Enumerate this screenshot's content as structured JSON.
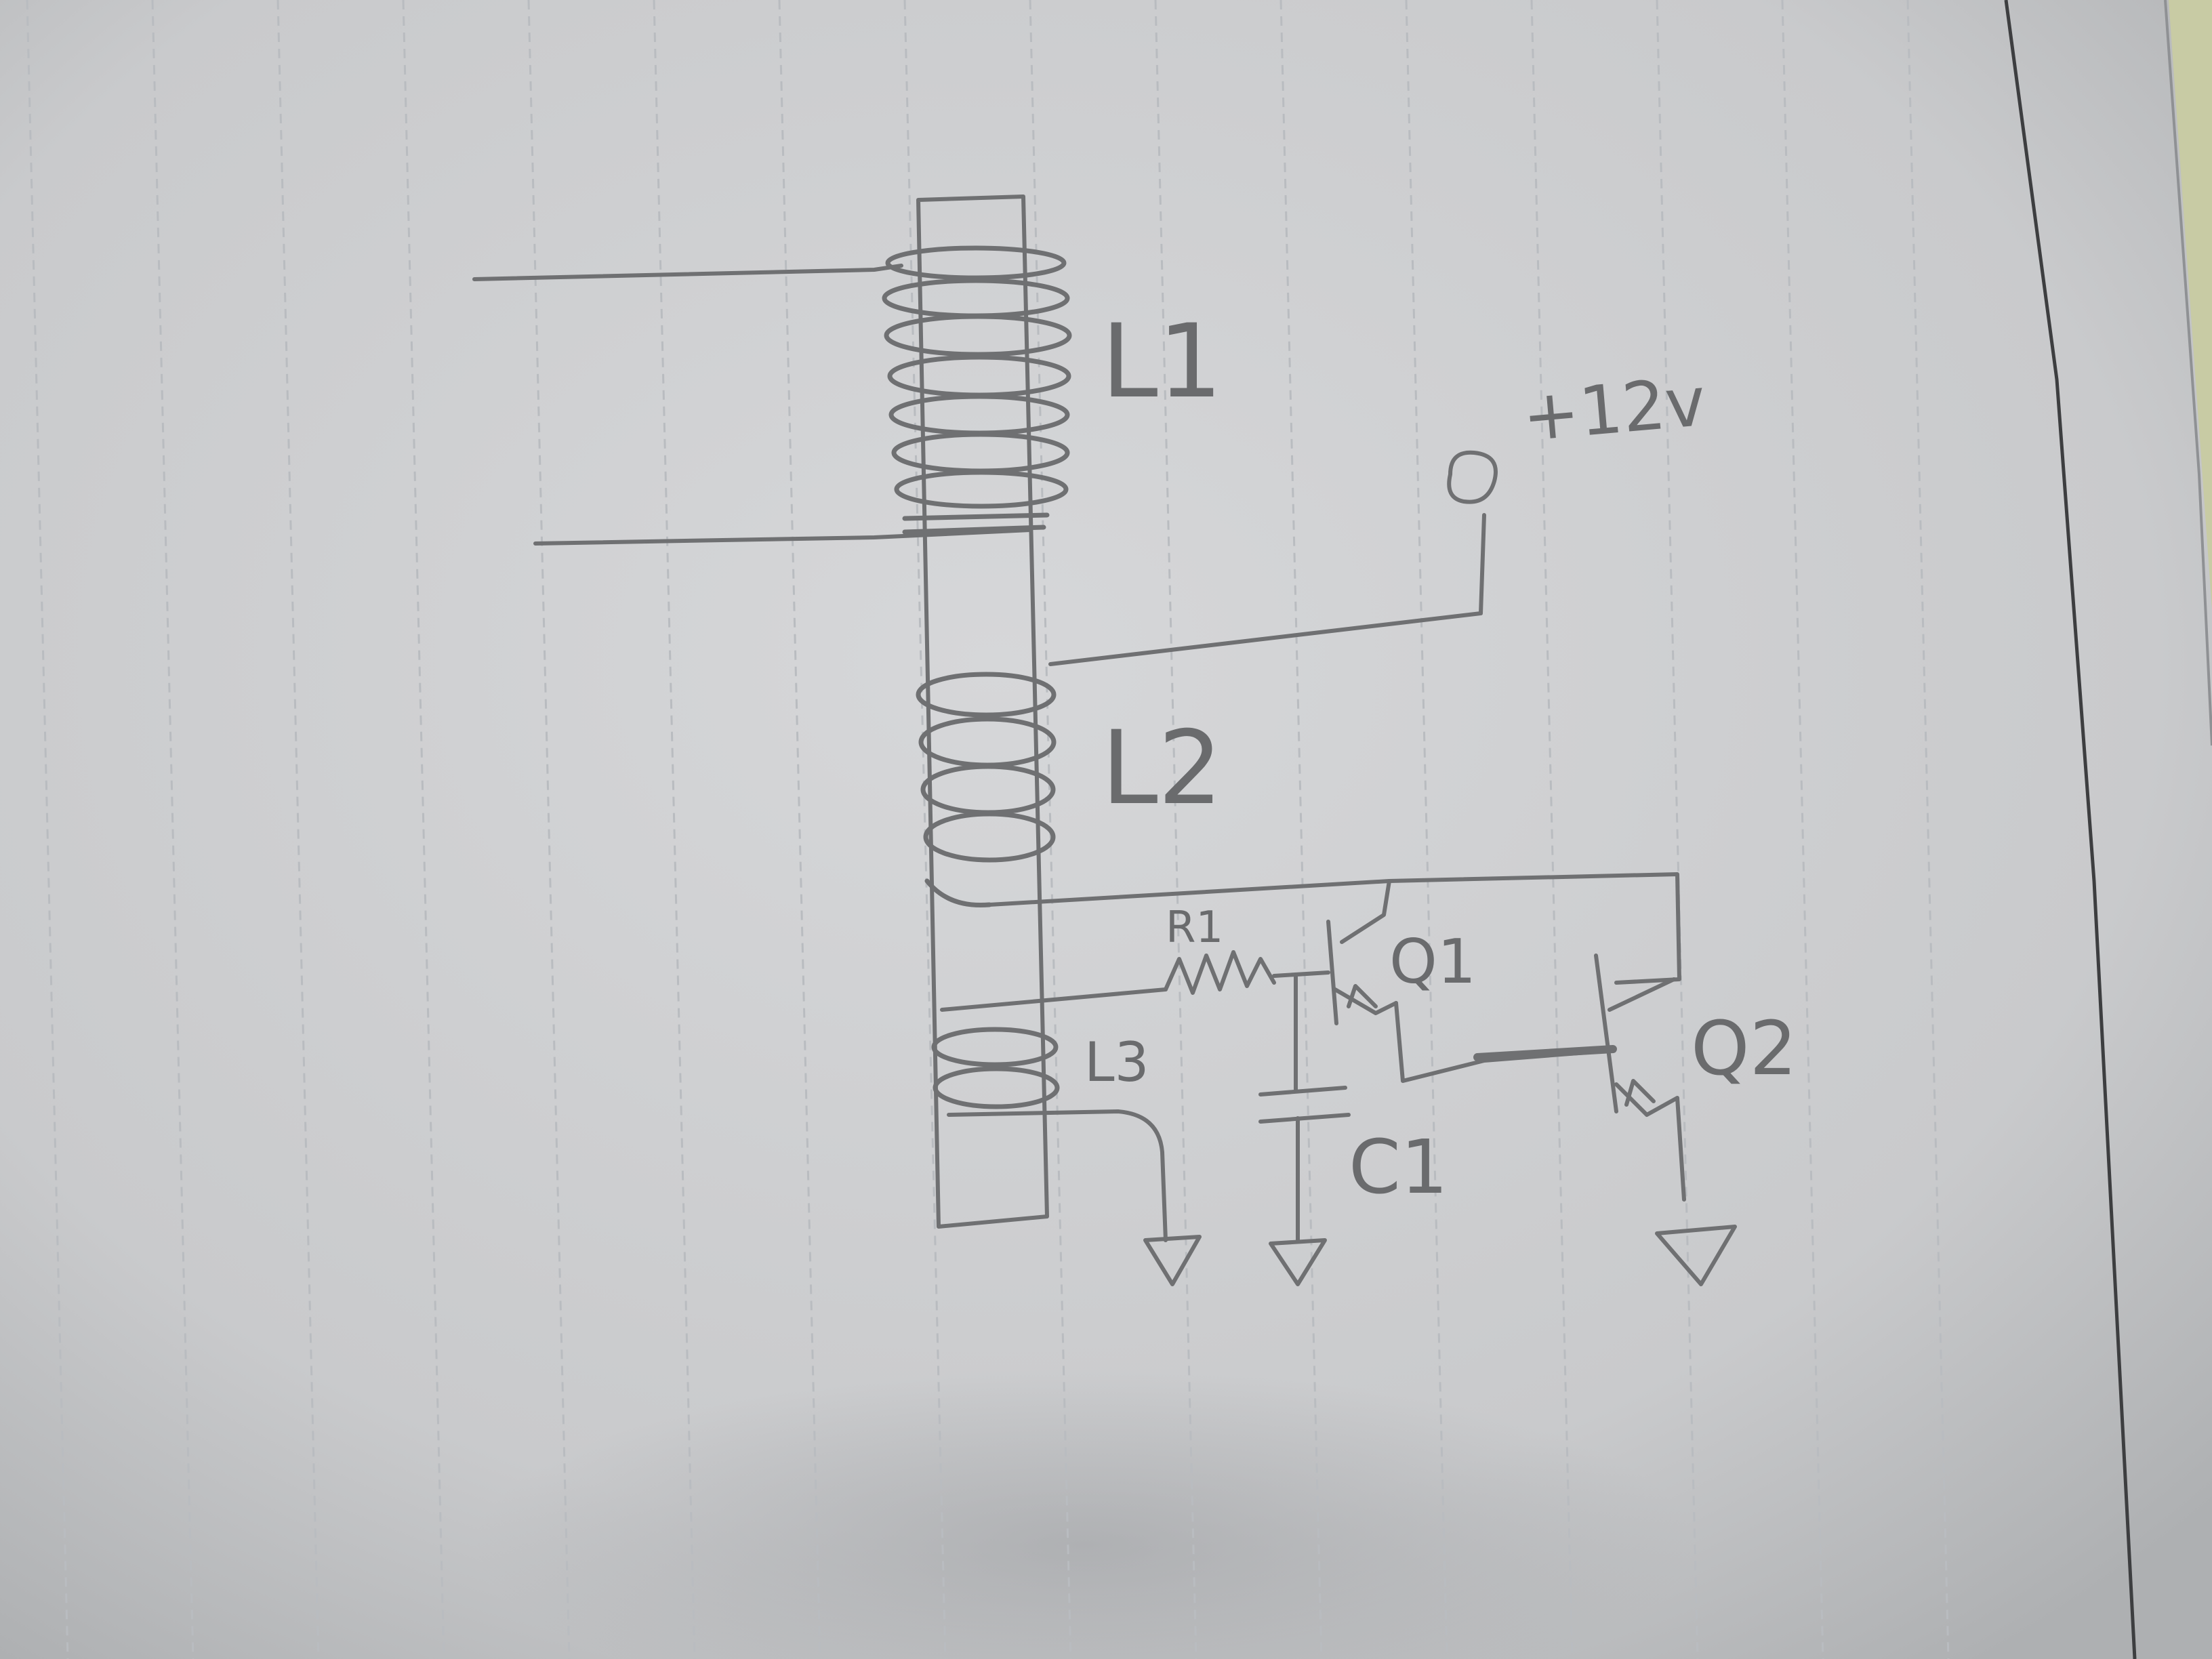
{
  "diagram": {
    "labels": {
      "L1": "L1",
      "L2": "L2",
      "L3": "L3",
      "R1": "R1",
      "C1": "C1",
      "Q1": "Q1",
      "Q2": "Q2",
      "supply": "+12v"
    }
  },
  "colors": {
    "paper": "#cfd0d2",
    "pencil": "#6f7072",
    "rule_line": "#b9bcc0",
    "margin_line": "#3d3e40"
  }
}
